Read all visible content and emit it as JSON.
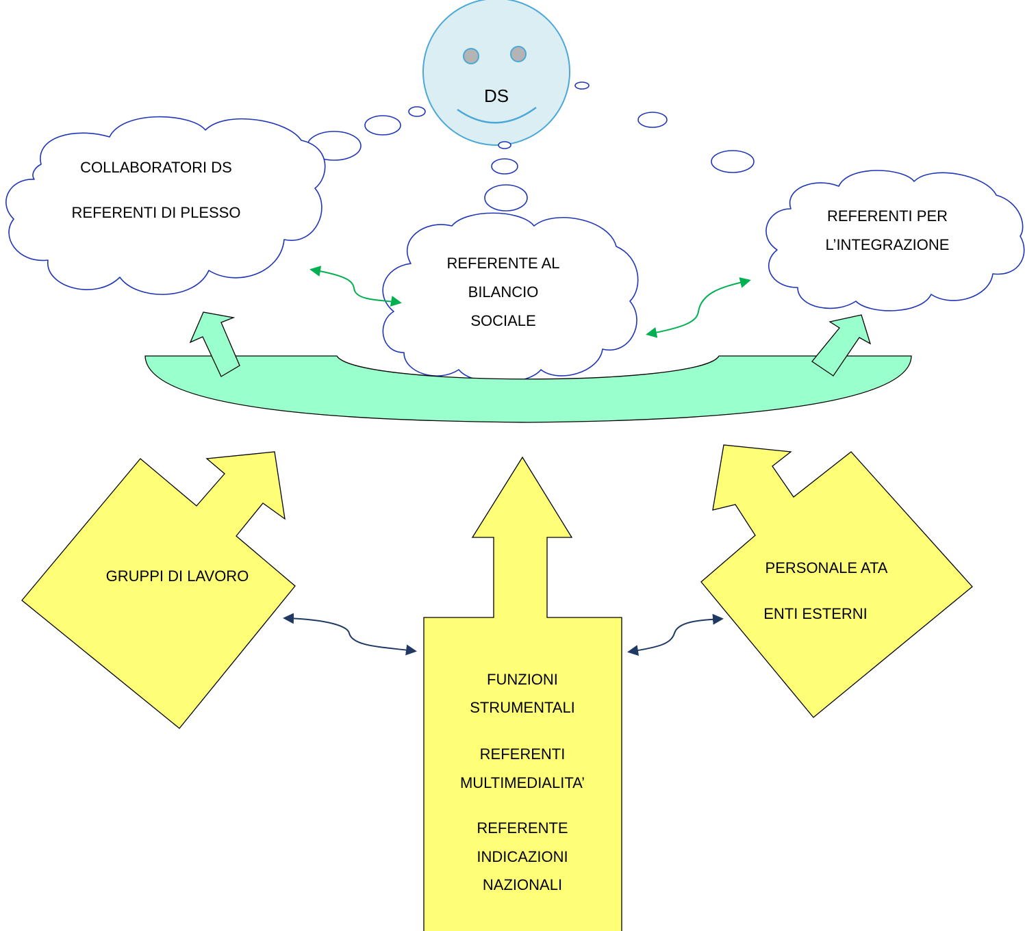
{
  "colors": {
    "cloud_stroke": "#1f35b8",
    "face_fill": "#daeef3",
    "face_stroke": "#4aa8d8",
    "eye_fill": "#b4b4b4",
    "bar_fill": "#99ffcc",
    "arrow_yellow": "#ffff77",
    "connector_green": "#00b050",
    "connector_navy": "#1f3864"
  },
  "ds": {
    "label": "DS"
  },
  "clouds": {
    "left": {
      "line1": "COLLABORATORI DS",
      "line2": "REFERENTI DI PLESSO"
    },
    "center": {
      "line1": "REFERENTE AL",
      "line2": "BILANCIO",
      "line3": "SOCIALE"
    },
    "right": {
      "line1": "REFERENTI PER",
      "line2": "L’INTEGRAZIONE"
    }
  },
  "boxes": {
    "left": {
      "line1": "GRUPPI DI LAVORO"
    },
    "center": {
      "line1": "FUNZIONI",
      "line2": "STRUMENTALI",
      "line3": "REFERENTI",
      "line4": "MULTIMEDIALITA’",
      "line5": "REFERENTE",
      "line6": "INDICAZIONI",
      "line7": "NAZIONALI"
    },
    "right": {
      "line1": "PERSONALE ATA",
      "line2": "ENTI ESTERNI"
    }
  }
}
